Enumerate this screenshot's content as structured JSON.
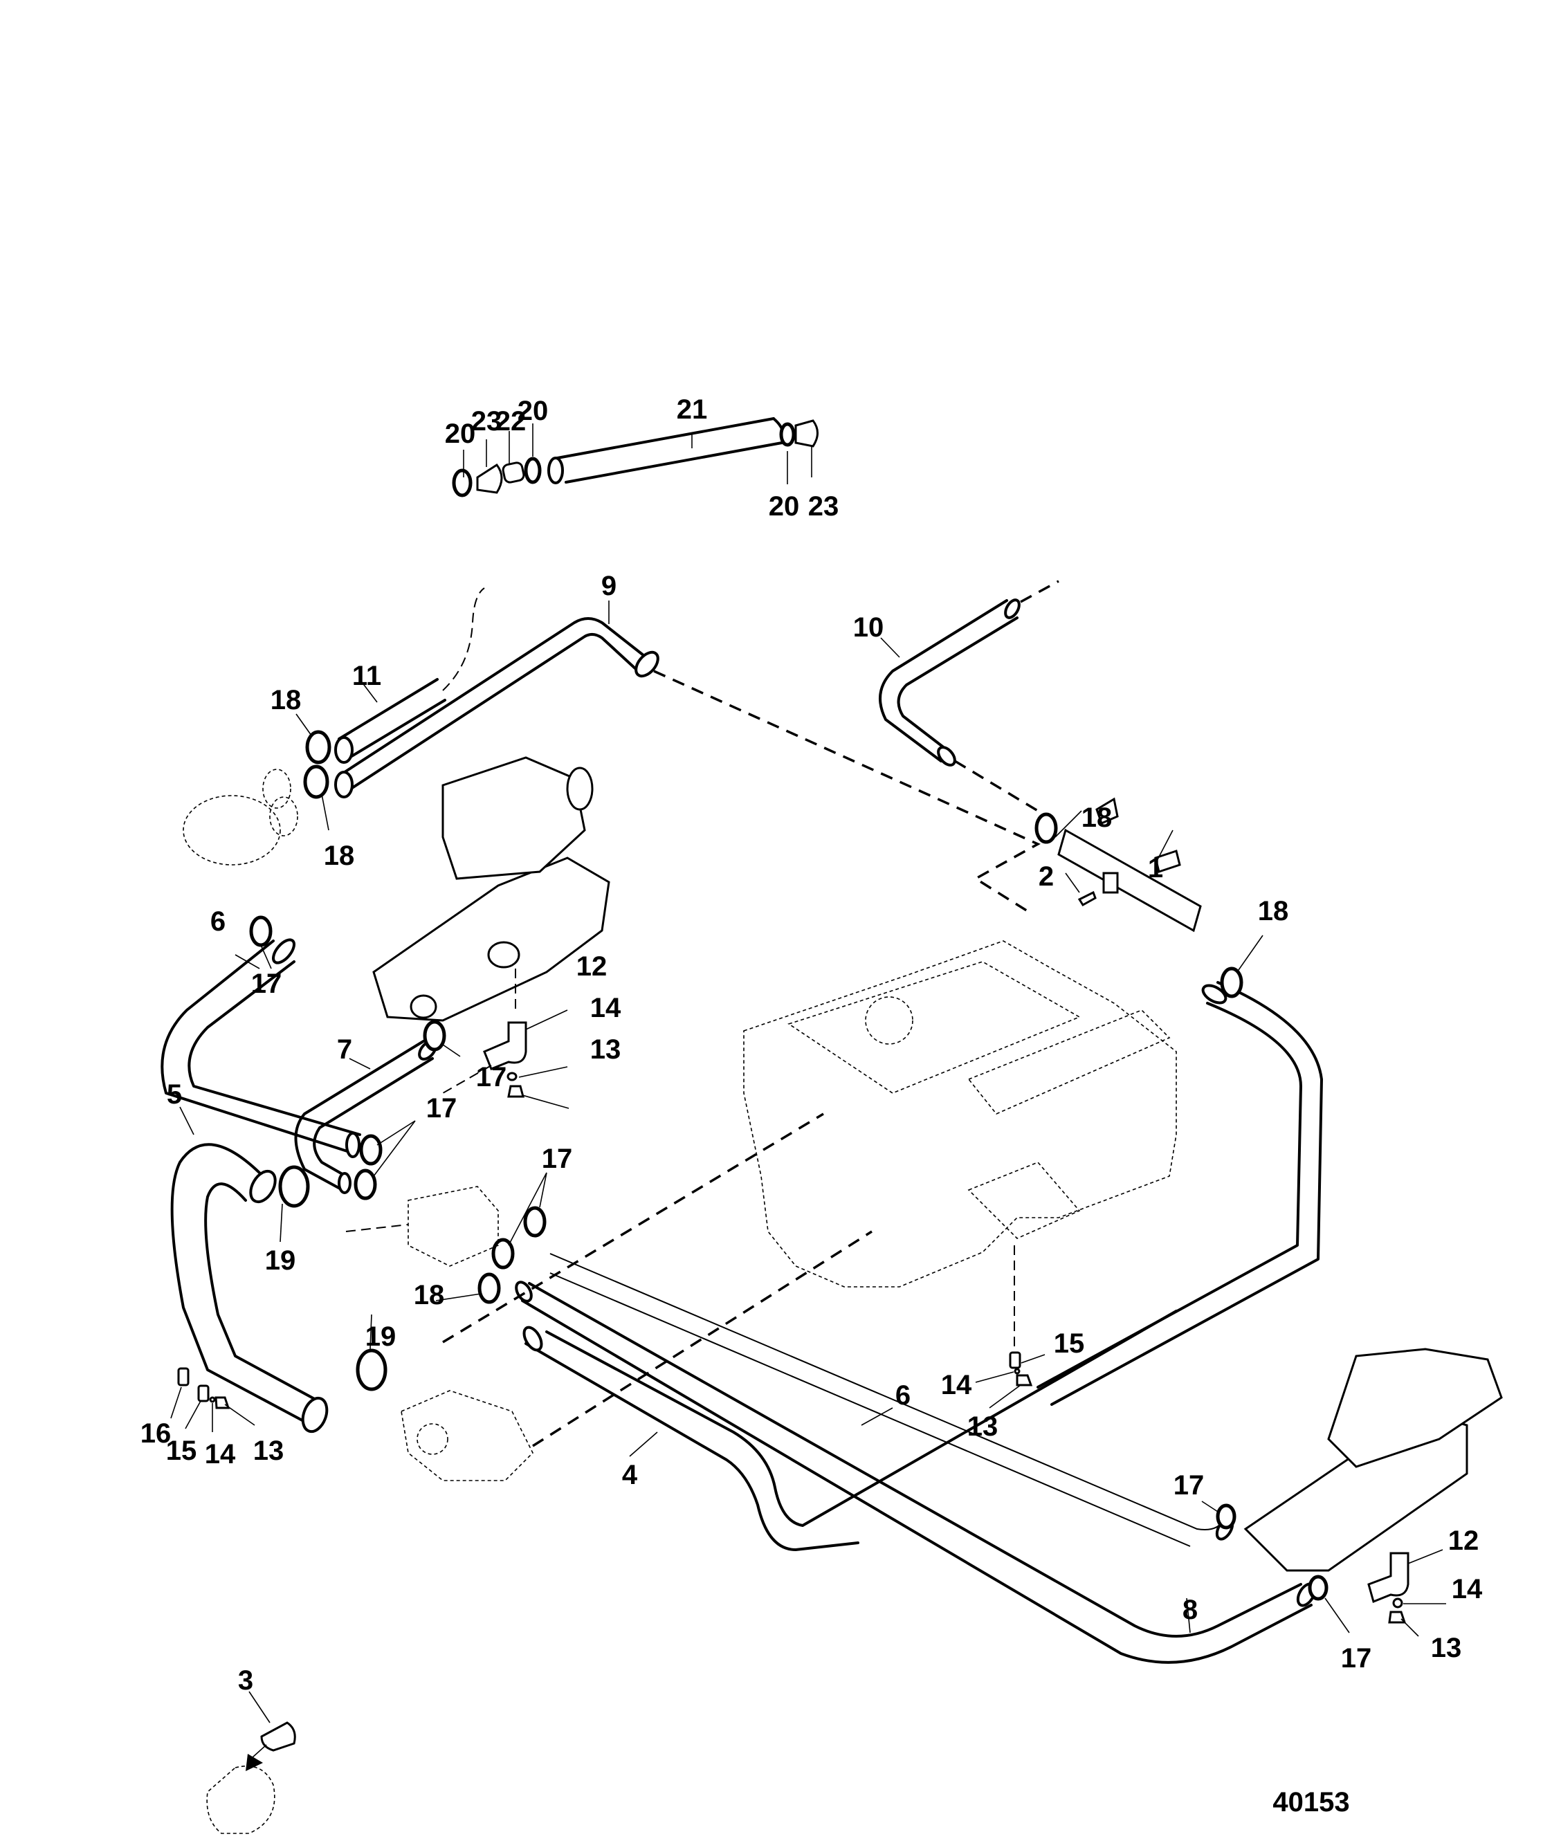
{
  "diagram": {
    "title": "Cooling system hose and clamp exploded parts diagram",
    "figure_id": "40153",
    "callouts": [
      {
        "id": "c1",
        "label": "1",
        "part": "hose-connector-tube"
      },
      {
        "id": "c2",
        "label": "2",
        "part": "screw"
      },
      {
        "id": "c3",
        "label": "3",
        "part": "clamp-cover"
      },
      {
        "id": "c4",
        "label": "4",
        "part": "hose"
      },
      {
        "id": "c5",
        "label": "5",
        "part": "hose-molded"
      },
      {
        "id": "c6a",
        "label": "6",
        "part": "hose"
      },
      {
        "id": "c6b",
        "label": "6",
        "part": "hose"
      },
      {
        "id": "c7",
        "label": "7",
        "part": "hose"
      },
      {
        "id": "c8",
        "label": "8",
        "part": "hose"
      },
      {
        "id": "c9",
        "label": "9",
        "part": "hose"
      },
      {
        "id": "c10",
        "label": "10",
        "part": "hose"
      },
      {
        "id": "c11",
        "label": "11",
        "part": "hose"
      },
      {
        "id": "c12a",
        "label": "12",
        "part": "elbow-fitting"
      },
      {
        "id": "c12b",
        "label": "12",
        "part": "elbow-fitting"
      },
      {
        "id": "c13a",
        "label": "13",
        "part": "drain-plug"
      },
      {
        "id": "c13b",
        "label": "13",
        "part": "drain-plug"
      },
      {
        "id": "c13c",
        "label": "13",
        "part": "drain-plug"
      },
      {
        "id": "c13d",
        "label": "13",
        "part": "drain-plug"
      },
      {
        "id": "c14a",
        "label": "14",
        "part": "o-ring"
      },
      {
        "id": "c14b",
        "label": "14",
        "part": "o-ring"
      },
      {
        "id": "c14c",
        "label": "14",
        "part": "o-ring"
      },
      {
        "id": "c14d",
        "label": "14",
        "part": "o-ring"
      },
      {
        "id": "c15a",
        "label": "15",
        "part": "fitting"
      },
      {
        "id": "c15b",
        "label": "15",
        "part": "fitting"
      },
      {
        "id": "c16",
        "label": "16",
        "part": "fitting"
      },
      {
        "id": "c17a",
        "label": "17",
        "part": "hose-clamp"
      },
      {
        "id": "c17b",
        "label": "17",
        "part": "hose-clamp"
      },
      {
        "id": "c17c",
        "label": "17",
        "part": "hose-clamp"
      },
      {
        "id": "c17d",
        "label": "17",
        "part": "hose-clamp"
      },
      {
        "id": "c17e",
        "label": "17",
        "part": "hose-clamp"
      },
      {
        "id": "c17f",
        "label": "17",
        "part": "hose-clamp"
      },
      {
        "id": "c18a",
        "label": "18",
        "part": "hose-clamp"
      },
      {
        "id": "c18b",
        "label": "18",
        "part": "hose-clamp"
      },
      {
        "id": "c18c",
        "label": "18",
        "part": "hose-clamp"
      },
      {
        "id": "c18d",
        "label": "18",
        "part": "hose-clamp"
      },
      {
        "id": "c18e",
        "label": "18",
        "part": "hose-clamp"
      },
      {
        "id": "c19a",
        "label": "19",
        "part": "hose-clamp-large"
      },
      {
        "id": "c19b",
        "label": "19",
        "part": "hose-clamp-large"
      },
      {
        "id": "c20a",
        "label": "20",
        "part": "spring-clamp"
      },
      {
        "id": "c20b",
        "label": "20",
        "part": "spring-clamp"
      },
      {
        "id": "c20c",
        "label": "20",
        "part": "spring-clamp"
      },
      {
        "id": "c21",
        "label": "21",
        "part": "hose"
      },
      {
        "id": "c22",
        "label": "22",
        "part": "fitting"
      },
      {
        "id": "c23a",
        "label": "23",
        "part": "cap"
      },
      {
        "id": "c23b",
        "label": "23",
        "part": "cap"
      }
    ]
  }
}
